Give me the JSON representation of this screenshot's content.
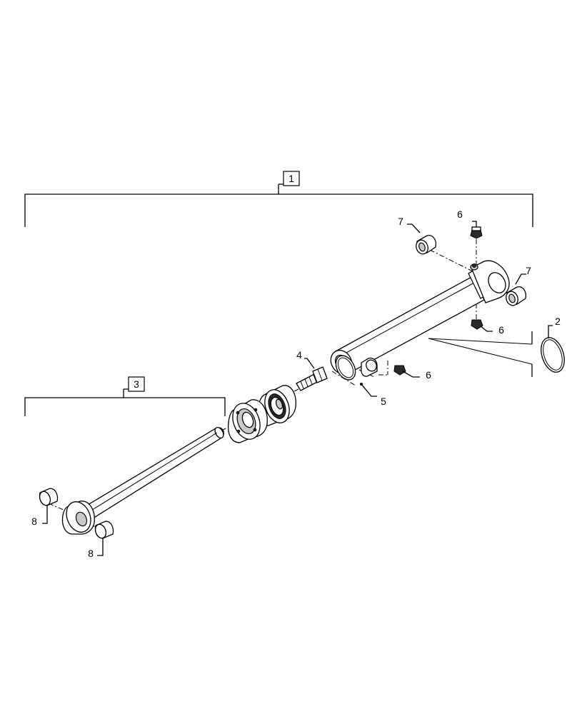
{
  "callouts": {
    "c1": "1",
    "c2": "2",
    "c3": "3",
    "c4": "4",
    "c5": "5",
    "c6a": "6",
    "c6b": "6",
    "c6c": "6",
    "c7a": "7",
    "c7b": "7",
    "c8a": "8",
    "c8b": "8"
  }
}
